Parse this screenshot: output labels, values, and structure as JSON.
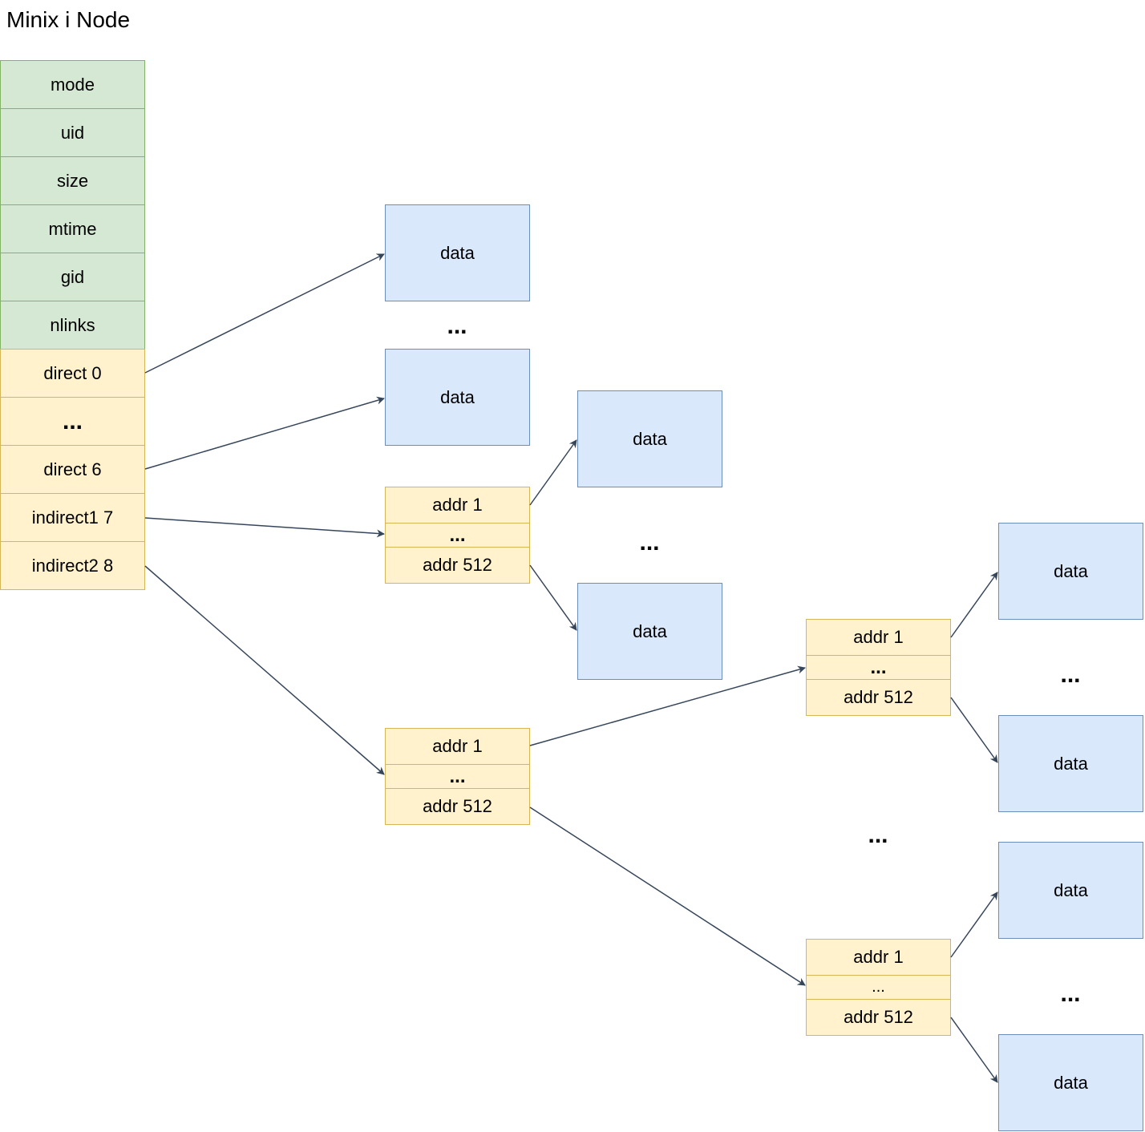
{
  "title": "Minix i Node",
  "inode": {
    "meta_fields": [
      "mode",
      "uid",
      "size",
      "mtime",
      "gid",
      "nlinks"
    ],
    "direct_first": "direct 0",
    "ellipsis": "...",
    "direct_last": "direct 6",
    "indirect1": "indirect1 7",
    "indirect2": "indirect2 8"
  },
  "labels": {
    "data": "data",
    "addr_first": "addr 1",
    "addr_mid": "...",
    "addr_last": "addr 512",
    "gap": "..."
  },
  "colors": {
    "inode_meta_fill": "#d5e8d4",
    "inode_addr_fill": "#fff2cc",
    "data_block_fill": "#dae8fc",
    "arrow": "#36465a"
  }
}
